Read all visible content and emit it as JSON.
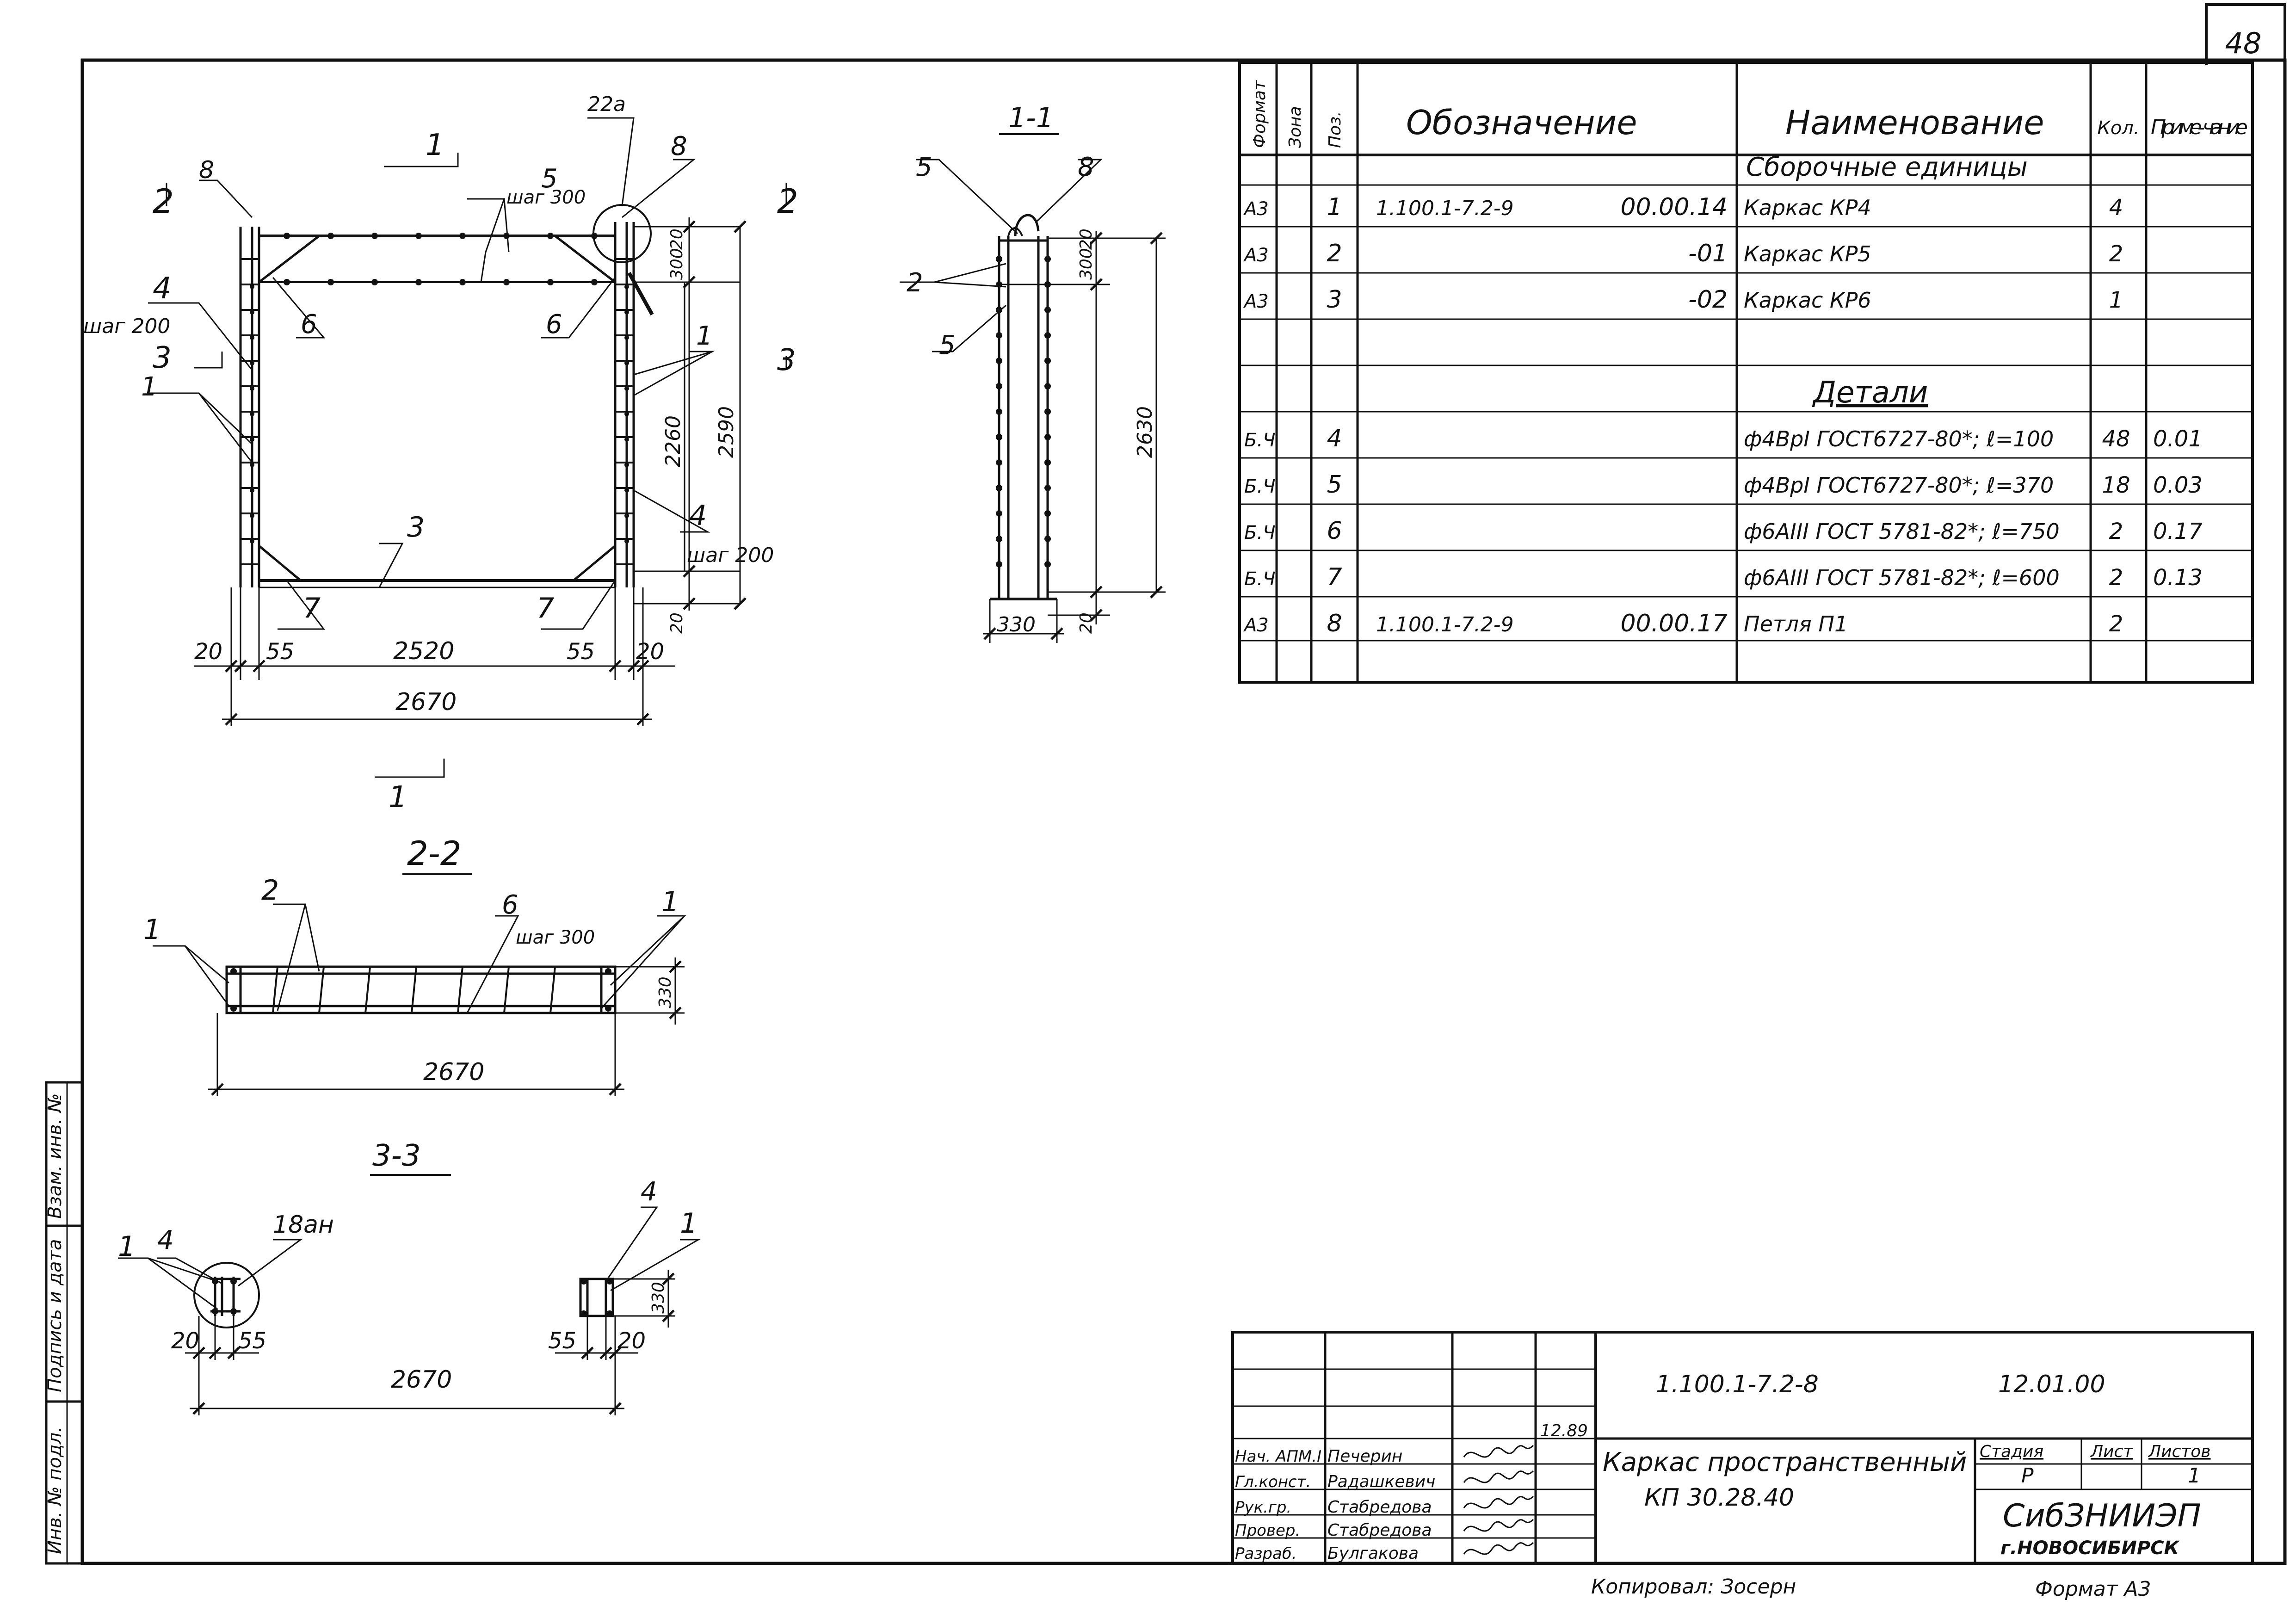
{
  "sheet_number": "48",
  "spec_table": {
    "headers": {
      "format": "Формат",
      "zone": "Зона",
      "pos": "Поз.",
      "designation": "Обозначение",
      "name": "Наименование",
      "qty": "Кол.",
      "note": "Приме- чание"
    },
    "section_assemblies": "Сборочные единицы",
    "section_details": "Детали",
    "rows": [
      {
        "format": "А3",
        "pos": "1",
        "designation": "1.100.1-7.2-9",
        "designation_code": "00.00.14",
        "name": "Каркас КР4",
        "qty": "4",
        "note": ""
      },
      {
        "format": "А3",
        "pos": "2",
        "designation": "",
        "designation_code": "-01",
        "name": "Каркас КР5",
        "qty": "2",
        "note": ""
      },
      {
        "format": "А3",
        "pos": "3",
        "designation": "",
        "designation_code": "-02",
        "name": "Каркас КР6",
        "qty": "1",
        "note": ""
      },
      {
        "format": "Б.Ч",
        "pos": "4",
        "designation": "",
        "designation_code": "",
        "name": "ф4ВрI ГОСТ6727-80*; ℓ=100",
        "qty": "48",
        "note": "0.01"
      },
      {
        "format": "Б.Ч",
        "pos": "5",
        "designation": "",
        "designation_code": "",
        "name": "ф4ВрI ГОСТ6727-80*; ℓ=370",
        "qty": "18",
        "note": "0.03"
      },
      {
        "format": "Б.Ч",
        "pos": "6",
        "designation": "",
        "designation_code": "",
        "name": "ф6АIII ГОСТ 5781-82*; ℓ=750",
        "qty": "2",
        "note": "0.17"
      },
      {
        "format": "Б.Ч",
        "pos": "7",
        "designation": "",
        "designation_code": "",
        "name": "ф6АIII ГОСТ 5781-82*; ℓ=600",
        "qty": "2",
        "note": "0.13"
      },
      {
        "format": "А3",
        "pos": "8",
        "designation": "1.100.1-7.2-9",
        "designation_code": "00.00.17",
        "name": "Петля П1",
        "qty": "2",
        "note": ""
      }
    ]
  },
  "views": {
    "main": {
      "callouts": [
        "1",
        "5",
        "8",
        "22а",
        "шаг 300",
        "2",
        "8",
        "4",
        "шаг 200",
        "3",
        "1",
        "6",
        "6",
        "1",
        "3",
        "2",
        "2260",
        "2590",
        "20",
        "300",
        "4",
        "шаг 200",
        "3",
        "7",
        "7",
        "20",
        "20",
        "55",
        "2520",
        "55",
        "20",
        "2670",
        "1"
      ],
      "markers": {
        "top_1": "1",
        "bottom_1": "1",
        "left_2": "2",
        "right_2": "2",
        "left_3": "3",
        "right_3": "3"
      }
    },
    "section_1_1": {
      "title": "1-1",
      "callouts": [
        "5",
        "8",
        "2",
        "5",
        "20",
        "300",
        "2630",
        "330",
        "20"
      ]
    },
    "section_2_2": {
      "title": "2-2",
      "callouts": [
        "2",
        "6",
        "шаг 300",
        "1",
        "1",
        "330",
        "2670"
      ]
    },
    "section_3_3": {
      "title": "3-3",
      "callouts": [
        "4",
        "18ан",
        "1",
        "20",
        "55",
        "4",
        "1",
        "330",
        "55",
        "20",
        "2670"
      ]
    }
  },
  "title_block": {
    "code": "1.100.1-7.2-8",
    "date_code": "12.01.00",
    "title_line1": "Каркас пространственный",
    "title_line2": "КП 30.28.40",
    "stage_label": "Стадия",
    "sheet_label": "Лист",
    "sheets_label": "Листов",
    "stage": "Р",
    "sheet": "",
    "sheets": "1",
    "org_line1": "СибЗНИИЭП",
    "org_line2": "г.НОВОСИБИРСК",
    "date": "12.89",
    "signatures": [
      {
        "role": "Нач. АПМ.I",
        "name": "Печерин"
      },
      {
        "role": "Гл.конст.",
        "name": "Радашкевич"
      },
      {
        "role": "Рук.гр.",
        "name": "Стабредова"
      },
      {
        "role": "Провер.",
        "name": "Стабредова"
      },
      {
        "role": "Разраб.",
        "name": "Булгакова"
      }
    ]
  },
  "side_stamp": [
    "Инв. № подл.",
    "Подпись и дата",
    "Взам. инв. №"
  ],
  "footer": {
    "copied": "Копировал: Зосерн",
    "format": "Формат А3"
  }
}
